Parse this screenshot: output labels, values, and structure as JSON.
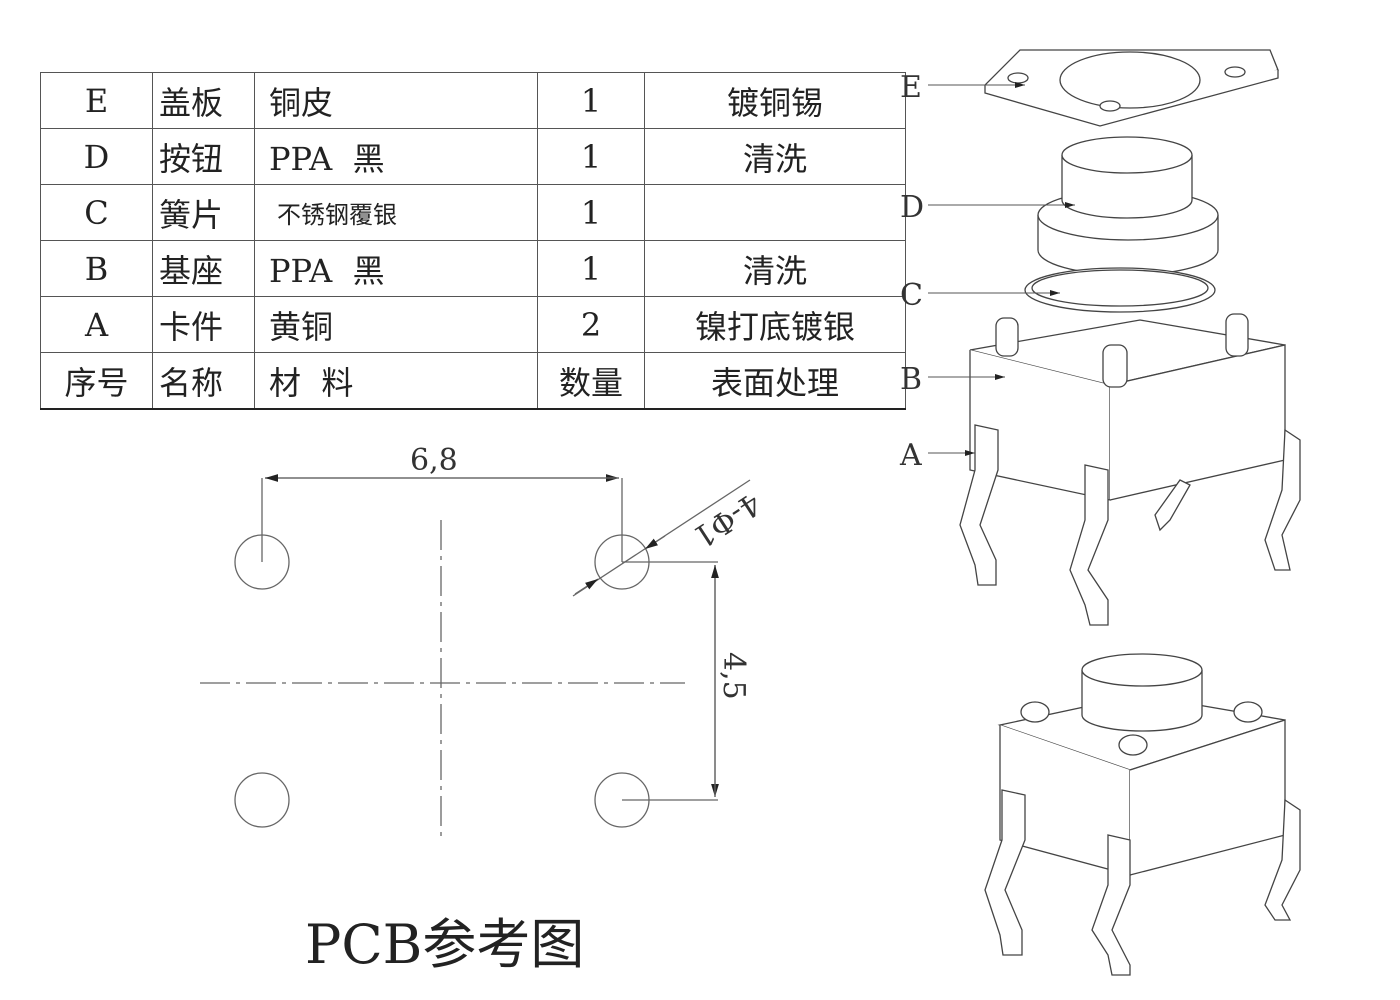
{
  "bom_table": {
    "rows": [
      {
        "id": "E",
        "name": "盖板",
        "material": "铜皮",
        "qty": "1",
        "finish": "镀铜锡"
      },
      {
        "id": "D",
        "name": "按钮",
        "material": "PPA  黑",
        "qty": "1",
        "finish": "清洗"
      },
      {
        "id": "C",
        "name": "簧片",
        "material": "不锈钢覆银",
        "qty": "1",
        "finish": ""
      },
      {
        "id": "B",
        "name": "基座",
        "material": "PPA  黑",
        "qty": "1",
        "finish": "清洗"
      },
      {
        "id": "A",
        "name": "卡件",
        "material": "黄铜",
        "qty": "2",
        "finish": "镍打底镀银"
      }
    ],
    "header": {
      "id": "序号",
      "name": "名称",
      "material": "材  料",
      "qty": "数量",
      "finish": "表面处理"
    }
  },
  "pcb": {
    "title": "PCB参考图",
    "dim_horizontal": "6,8",
    "dim_vertical": "4,5",
    "hole_note": "4-Φ1"
  },
  "exploded_labels": [
    "E",
    "D",
    "C",
    "B",
    "A"
  ]
}
